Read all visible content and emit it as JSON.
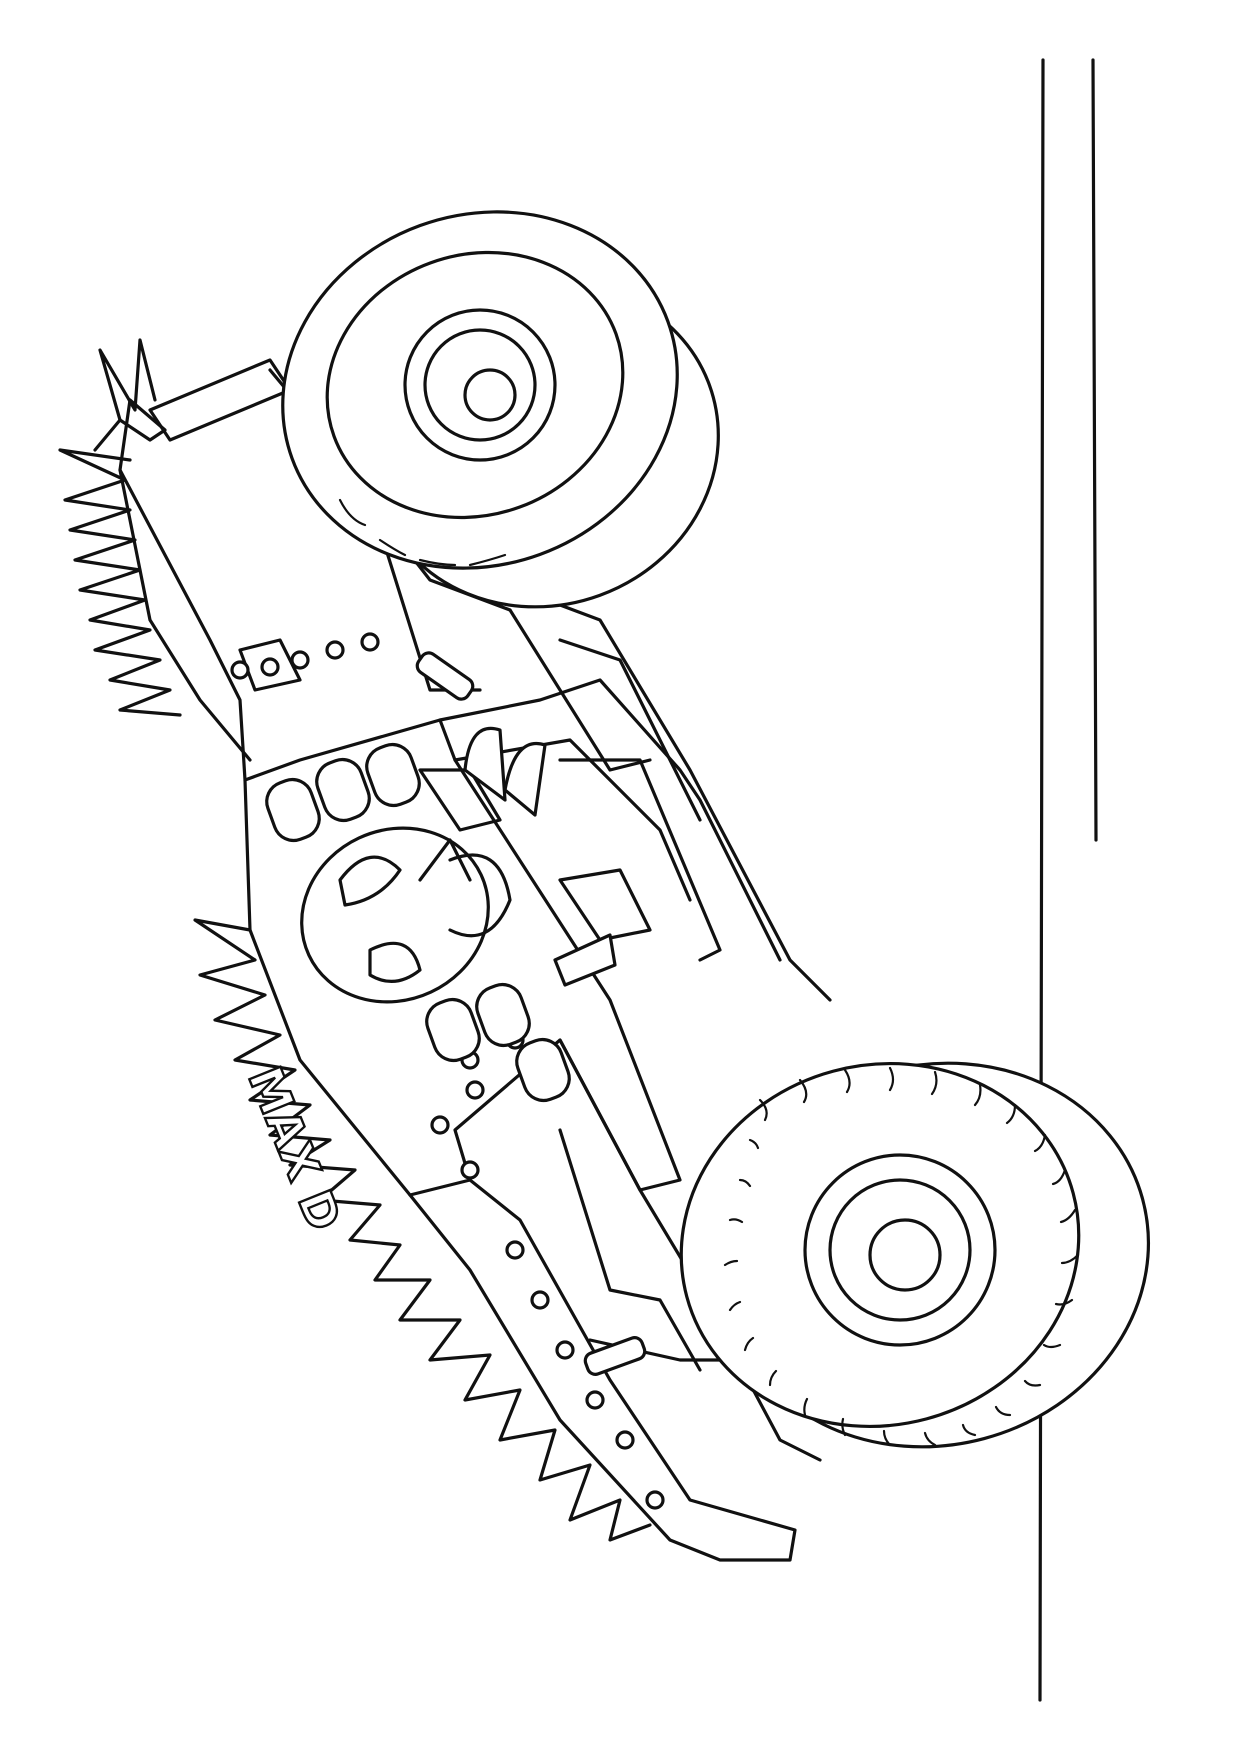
{
  "artwork": {
    "kind": "coloring-page",
    "subject": "monster-truck",
    "logo_text": "MAX D",
    "line_color": "#111111",
    "background": "#ffffff"
  }
}
